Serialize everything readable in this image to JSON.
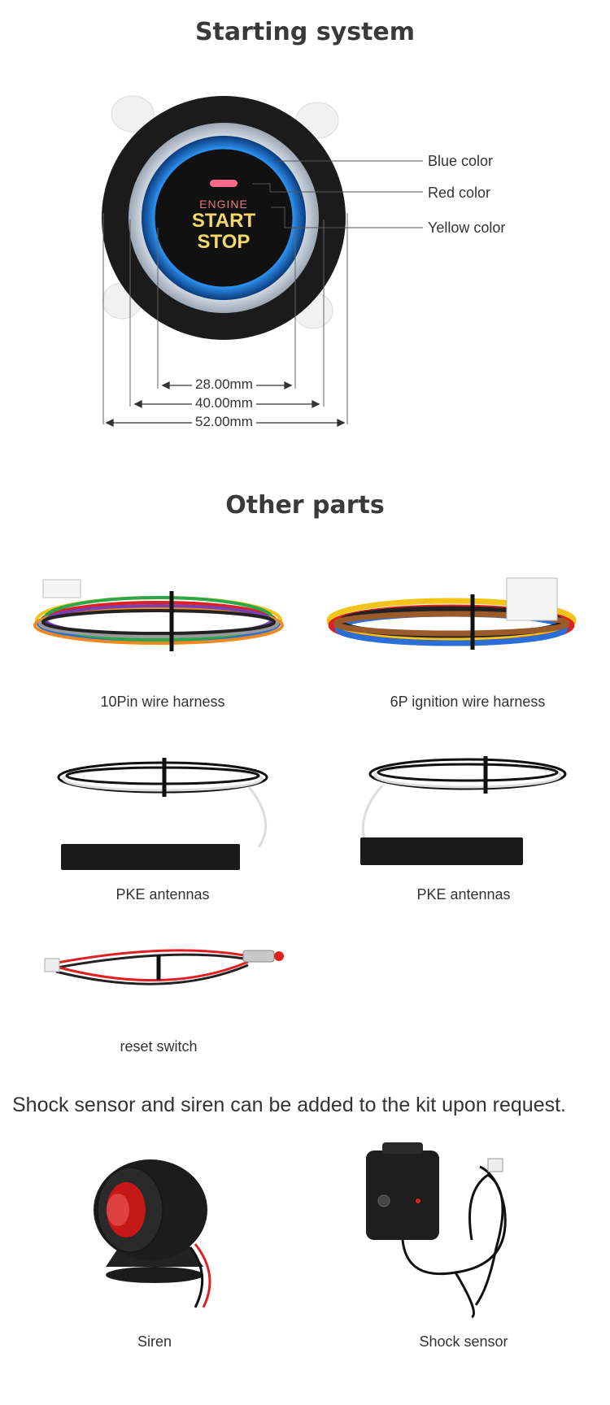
{
  "sections": {
    "starting_title": "Starting system",
    "other_title": "Other parts"
  },
  "button": {
    "line1": "ENGINE",
    "line2": "START",
    "line3": "STOP"
  },
  "callouts": {
    "blue": "Blue color",
    "red": "Red color",
    "yellow": "Yellow color"
  },
  "dimensions": {
    "d1": "28.00mm",
    "d2": "40.00mm",
    "d3": "52.00mm"
  },
  "parts": {
    "p1": "10Pin wire harness",
    "p2": "6P ignition wire harness",
    "p3": "PKE antennas",
    "p4": "PKE antennas",
    "p5": "reset switch"
  },
  "note": "Shock sensor and siren can be added to the kit upon request.",
  "extras": {
    "siren": "Siren",
    "shock": "Shock sensor"
  },
  "colors": {
    "blue_ring": "#2a8be8",
    "red_wire": "#e02020",
    "yellow_wire": "#f3c316"
  }
}
